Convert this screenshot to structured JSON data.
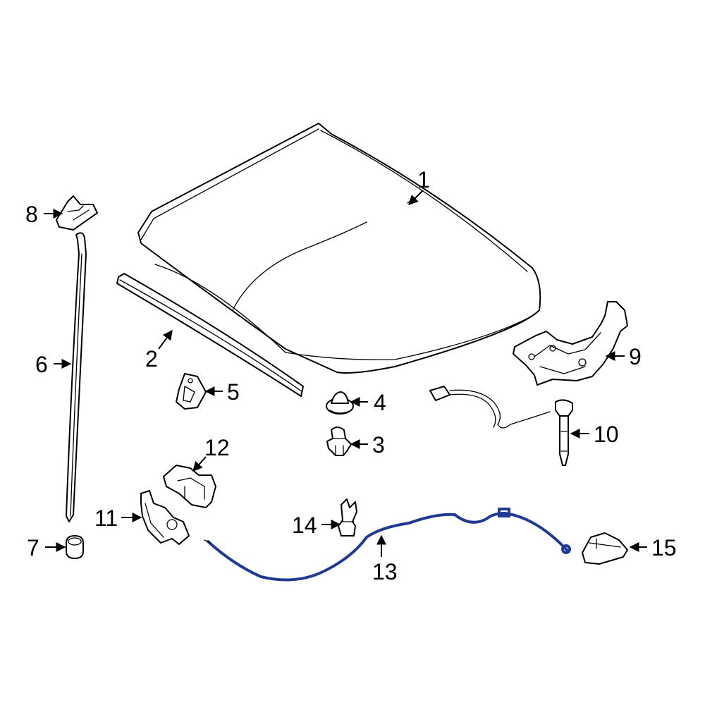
{
  "colors": {
    "line": "#000000",
    "cable": "#1f3a93",
    "background": "#ffffff"
  },
  "callouts": {
    "c1": "1",
    "c2": "2",
    "c3": "3",
    "c4": "4",
    "c5": "5",
    "c6": "6",
    "c7": "7",
    "c8": "8",
    "c9": "9",
    "c10": "10",
    "c11": "11",
    "c12": "12",
    "c13": "13",
    "c14": "14",
    "c15": "15"
  }
}
